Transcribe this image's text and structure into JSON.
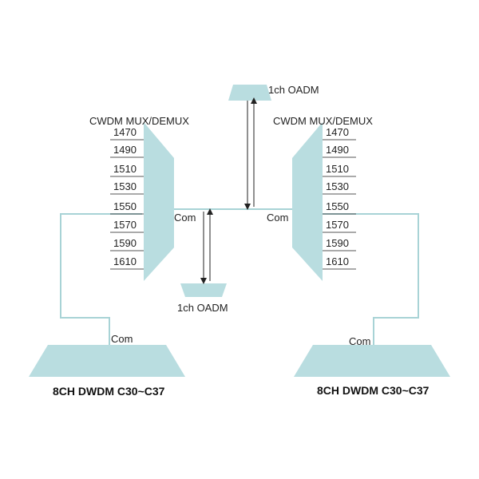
{
  "colors": {
    "device_fill": "#b9dde0",
    "fiber_line": "#a8d3d6",
    "arrow": "#222222",
    "text": "#222222"
  },
  "left_mux": {
    "title": "CWDM MUX/DEMUX",
    "channels": [
      "1470",
      "1490",
      "1510",
      "1530",
      "1550",
      "1570",
      "1590",
      "1610"
    ],
    "com_label": "Com"
  },
  "right_mux": {
    "title": "CWDM MUX/DEMUX",
    "channels": [
      "1470",
      "1490",
      "1510",
      "1530",
      "1550",
      "1570",
      "1590",
      "1610"
    ],
    "com_label": "Com"
  },
  "top_oadm": {
    "label": "1ch OADM"
  },
  "bottom_oadm": {
    "label": "1ch OADM"
  },
  "left_dwdm": {
    "com_label": "Com",
    "title": "8CH DWDM C30~C37"
  },
  "right_dwdm": {
    "com_label": "Com",
    "title": "8CH DWDM C30~C37"
  }
}
